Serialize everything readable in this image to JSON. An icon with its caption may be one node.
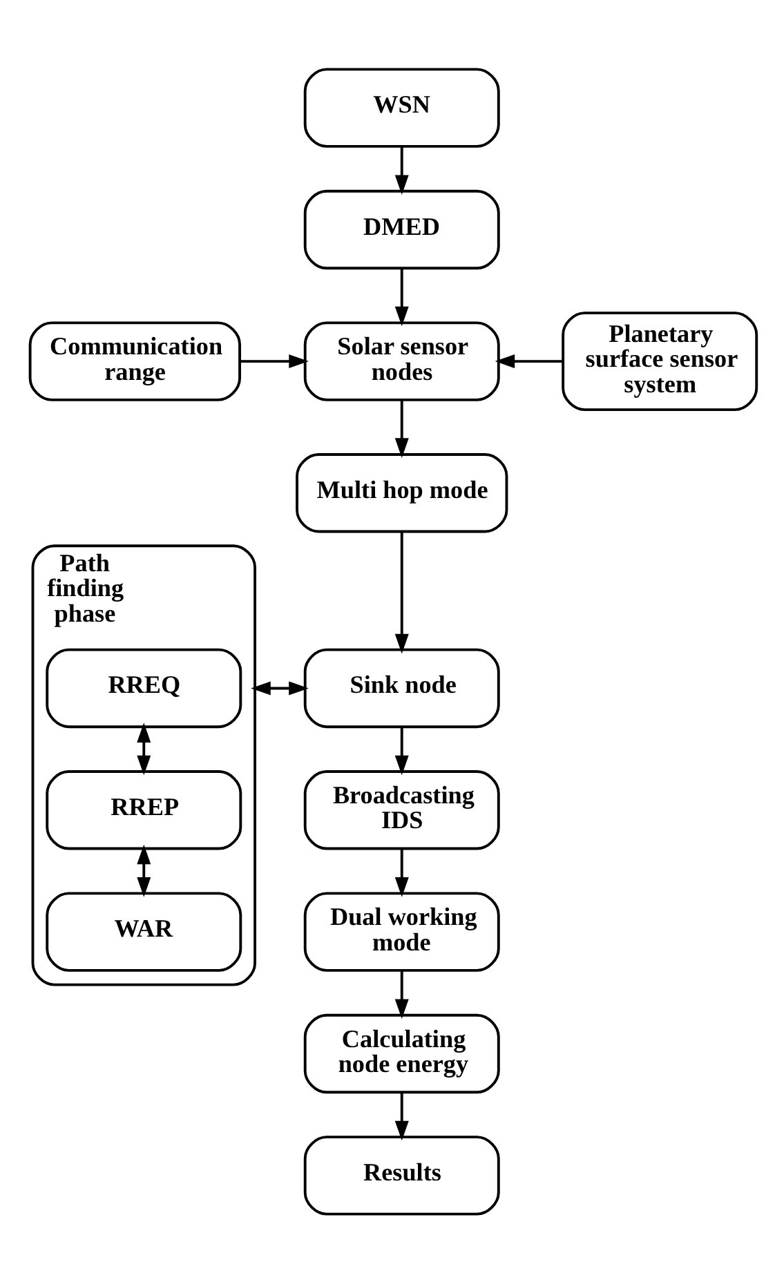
{
  "diagram": {
    "nodes": [
      {
        "text": [
          "WSN"
        ]
      },
      {
        "text": [
          "DMED"
        ]
      },
      {
        "text": [
          "Communication range"
        ]
      },
      {
        "text": [
          "Solar sensor nodes"
        ]
      },
      {
        "text": [
          "Planetary surface sensor system"
        ]
      },
      {
        "text": [
          "Multi hop mode"
        ]
      },
      {
        "text": [
          "Sink node"
        ]
      },
      {
        "text": [
          "Path finding phase"
        ]
      },
      {
        "text": [
          "RREQ"
        ],
        "in": 7
      },
      {
        "text": [
          "RREP"
        ],
        "in": 7
      },
      {
        "text": [
          "WAR"
        ],
        "in": 7
      },
      {
        "text": [
          "Broadcasting IDS"
        ]
      },
      {
        "text": [
          "Dual working mode"
        ]
      },
      {
        "text": [
          "Calculating node energy"
        ]
      },
      {
        "text": [
          "Results"
        ]
      }
    ],
    "edges": [
      {
        "from": 0,
        "to": 1,
        "arrow": "to"
      },
      {
        "from": 1,
        "to": 3,
        "arrow": "to"
      },
      {
        "from": 2,
        "to": 3,
        "arrow": "to"
      },
      {
        "from": 4,
        "to": 3,
        "arrow": "to"
      },
      {
        "from": 3,
        "to": 5,
        "arrow": "to"
      },
      {
        "from": 5,
        "to": 6,
        "arrow": "to"
      },
      {
        "from": 6,
        "to": 7,
        "arrow": "both"
      },
      {
        "from": 8,
        "to": 9,
        "arrow": "both"
      },
      {
        "from": 9,
        "to": 10,
        "arrow": "both"
      },
      {
        "from": 6,
        "to": 11,
        "arrow": "to"
      },
      {
        "from": 11,
        "to": 12,
        "arrow": "to"
      },
      {
        "from": 12,
        "to": 13,
        "arrow": "to"
      },
      {
        "from": 13,
        "to": 14,
        "arrow": "to"
      }
    ]
  }
}
